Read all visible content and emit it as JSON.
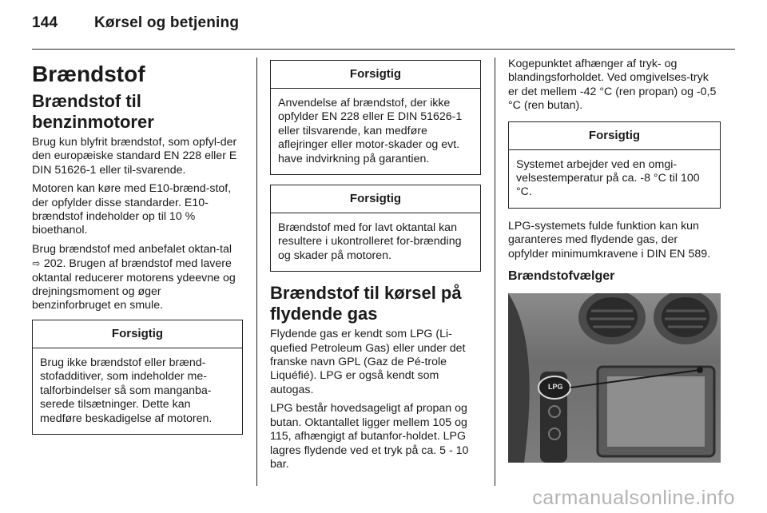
{
  "header": {
    "page_number": "144",
    "title": "Kørsel og betjening"
  },
  "col1": {
    "h1": "Brændstof",
    "h2": "Brændstof til benzinmotorer",
    "p1": "Brug kun blyfrit brændstof, som opfyl-der den europæiske standard EN 228 eller  E DIN 51626-1 eller til-svarende.",
    "p2": "Motoren kan køre med E10-brænd-stof, der opfylder disse standarder. E10-brændstof indeholder op til 10 % bioethanol.",
    "p3_before": "Brug brændstof med anbefalet oktan-tal ",
    "p3_ref": "202",
    "p3_after": ". Brugen af brændstof med lavere oktantal reducerer motorens ydeevne og drejningsmoment og øger benzinforbruget en smule.",
    "caution_title": "Forsigtig",
    "caution_text": "Brug ikke brændstof eller brænd-stofadditiver, som indeholder me-talforbindelser så som manganba-serede tilsætninger. Dette kan medføre beskadigelse af motoren."
  },
  "col2": {
    "caution1_title": "Forsigtig",
    "caution1_text": "Anvendelse af brændstof, der ikke opfylder EN 228 eller E DIN 51626-1 eller tilsvarende, kan medføre aflejringer eller motor-skader og evt. have indvirkning på garantien.",
    "caution2_title": "Forsigtig",
    "caution2_text": "Brændstof med for lavt oktantal kan resultere i ukontrolleret for-brænding og skader på motoren.",
    "h2": "Brændstof til kørsel på flydende gas",
    "p1": "Flydende gas er kendt som LPG (Li-quefied Petroleum Gas) eller under det franske navn GPL (Gaz de Pé-trole Liquéfié). LPG er også kendt som autogas.",
    "p2": "LPG består hovedsageligt af propan og butan. Oktantallet ligger mellem 105 og 115, afhængigt af butanfor-holdet. LPG lagres flydende ved et tryk på ca. 5 - 10 bar."
  },
  "col3": {
    "p1": "Kogepunktet afhænger af tryk- og blandingsforholdet. Ved omgivelses-tryk er det mellem -42 °C (ren propan) og -0,5 °C (ren butan).",
    "caution_title": "Forsigtig",
    "caution_text": "Systemet arbejder ved en omgi-velsestemperatur på ca. -8 °C til 100 °C.",
    "p2": "LPG-systemets fulde funktion kan kun garanteres med flydende gas, der opfylder minimumkravene i DIN EN 589.",
    "h3": "Brændstofvælger",
    "photo_label": "LPG"
  },
  "watermark": "carmanualsonline.info"
}
